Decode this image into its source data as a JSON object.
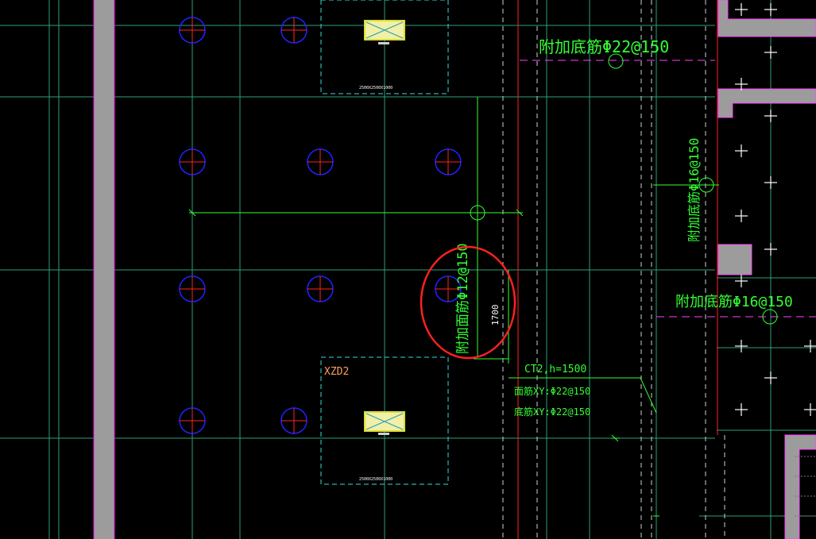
{
  "drawing": {
    "labels": {
      "rebar_top_right": "附加底筋Φ22@150",
      "rebar_vertical_right": "附加底筋Φ16@150",
      "rebar_right_mid": "附加底筋Φ16@150",
      "rebar_vertical_circled": "附加面筋Φ12@150",
      "dimension_1700": "1700",
      "pile_cap_tag": "XZD2",
      "cap_name": "CT2,h=1500",
      "top_rebar": "面筋XY:Φ22@150",
      "bottom_rebar": "底筋XY:Φ22@150",
      "cap_dim_top": "2500X2500X1000",
      "cap_dim_bottom": "2500X2500X1000"
    },
    "colors": {
      "background": "#000000",
      "axis_grid": "#3bd6a0",
      "rebar_text": "#33ff33",
      "pile_circle": "#2222ff",
      "pile_cross": "#ff2222",
      "cap_outline": "#33dddd",
      "highlight_ellipse": "#ff2020",
      "wall_fill": "#9c9c9c",
      "wall_edge": "#ff00ff",
      "tag_text": "#ffa05a"
    }
  }
}
